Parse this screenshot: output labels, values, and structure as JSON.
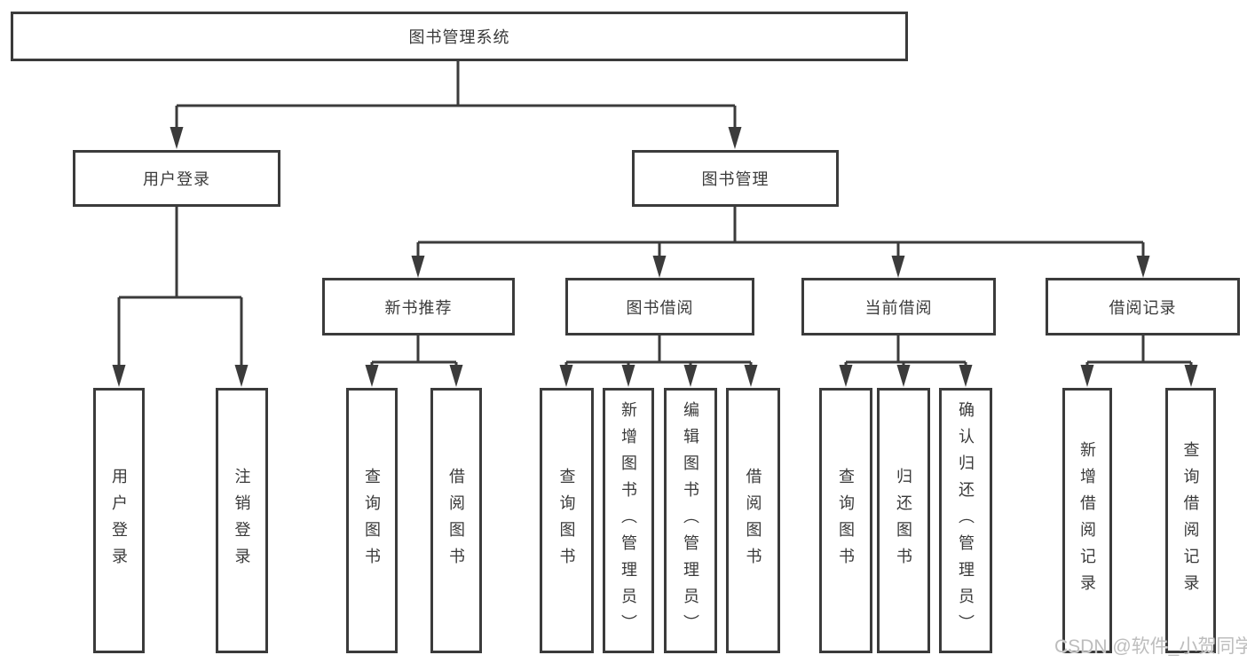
{
  "diagram": {
    "title_node": "图书管理系统",
    "level2": [
      {
        "label": "用户登录"
      },
      {
        "label": "图书管理"
      }
    ],
    "level3": [
      {
        "label": "新书推荐"
      },
      {
        "label": "图书借阅"
      },
      {
        "label": "当前借阅"
      },
      {
        "label": "借阅记录"
      }
    ],
    "leaves": [
      {
        "label": "用户登录"
      },
      {
        "label": "注销登录"
      },
      {
        "label": "查询图书"
      },
      {
        "label": "借阅图书"
      },
      {
        "label": "查询图书"
      },
      {
        "label": "新增图书（管理员）"
      },
      {
        "label": "编辑图书（管理员）"
      },
      {
        "label": "借阅图书"
      },
      {
        "label": "查询图书"
      },
      {
        "label": "归还图书"
      },
      {
        "label": "确认归还（管理员）"
      },
      {
        "label": "新增借阅记录"
      },
      {
        "label": "查询借阅记录"
      }
    ],
    "colors": {
      "line": "#3b3b3b",
      "text": "#3a3a3a",
      "watermark": "#bdbdbd",
      "background": "#ffffff"
    },
    "watermark": "CSDN @软件_小贺同学"
  }
}
